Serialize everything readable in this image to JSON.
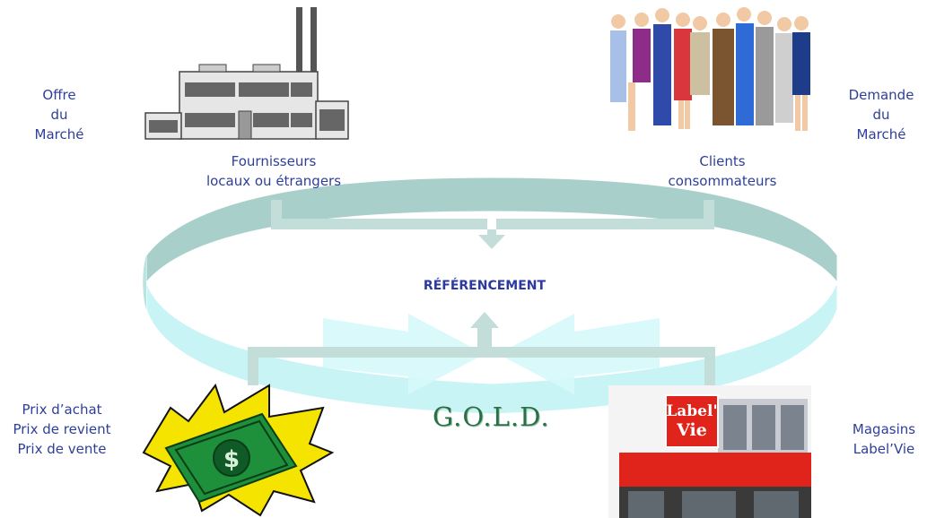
{
  "labels": {
    "offre": [
      "Offre",
      "du",
      "Marché"
    ],
    "demande": [
      "Demande",
      "du",
      "Marché"
    ],
    "fournisseurs": [
      "Fournisseurs",
      "locaux ou étrangers"
    ],
    "clients": [
      "Clients",
      "consommateurs"
    ],
    "prix": [
      "Prix d’achat",
      "Prix de revient",
      "Prix de vente"
    ],
    "magasins": [
      "Magasins",
      "Label’Vie"
    ],
    "center": "RÉFÉRENCEMENT",
    "logo": "G.O.L.D.",
    "store_sign": [
      "Label'",
      "Vie"
    ]
  },
  "colors": {
    "ring_top": "#a9cfca",
    "ring_bottom": "#c9f4f6",
    "text": "#2e3f9a",
    "logo": "#2b6f47",
    "money": "#1e8f3a",
    "storefront": "#e0241c"
  }
}
